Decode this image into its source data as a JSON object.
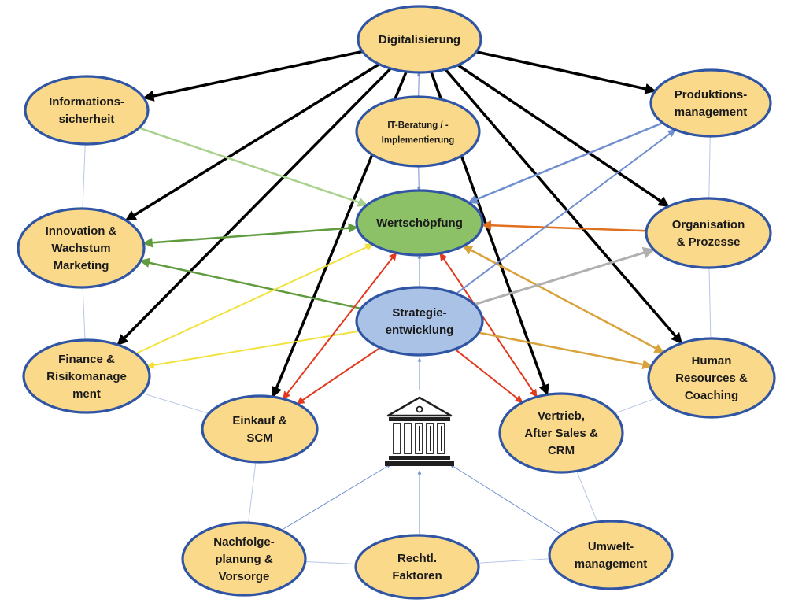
{
  "colors": {
    "node_fill": "#fbd98a",
    "node_stroke": "#2f55a4",
    "wertschoepfung_fill": "#8cc167",
    "strategie_fill": "#a9c2e5",
    "thin_link": "#b8c6e6",
    "black": "#000000",
    "blue": "#6f8fd0",
    "light_green": "#a9d18e",
    "dark_green": "#609b3e",
    "orange": "#e0701f",
    "gold": "#d9a23a",
    "yellow": "#f2e23d",
    "red": "#e2381e",
    "gray": "#b0b0b0",
    "building": "#1f1f1f"
  },
  "icons": {
    "center_icon": "bank-building-icon"
  },
  "nodes": {
    "digitalisierung": {
      "lines": [
        "Digitalisierung"
      ]
    },
    "it_beratung": {
      "lines": [
        "IT-Beratung / -",
        "Implementierung"
      ]
    },
    "wertschoepfung": {
      "lines": [
        "Wertschöpfung"
      ]
    },
    "strategie": {
      "lines": [
        "Strategie-",
        "entwicklung"
      ]
    },
    "informationssicherheit": {
      "lines": [
        "Informations-",
        "sicherheit"
      ]
    },
    "innovation": {
      "lines": [
        "Innovation &",
        "Wachstum",
        "Marketing"
      ]
    },
    "finance": {
      "lines": [
        "Finance &",
        "Risikomanage",
        "ment"
      ]
    },
    "einkauf": {
      "lines": [
        "Einkauf &",
        "SCM"
      ]
    },
    "nachfolge": {
      "lines": [
        "Nachfolge-",
        "planung &",
        "Vorsorge"
      ]
    },
    "rechtl": {
      "lines": [
        "Rechtl.",
        "Faktoren"
      ]
    },
    "umwelt": {
      "lines": [
        "Umwelt-",
        "management"
      ]
    },
    "vertrieb": {
      "lines": [
        "Vertrieb,",
        "After Sales &",
        "CRM"
      ]
    },
    "human": {
      "lines": [
        "Human",
        "Resources &",
        "Coaching"
      ]
    },
    "organisation": {
      "lines": [
        "Organisation",
        "& Prozesse"
      ]
    },
    "produktion": {
      "lines": [
        "Produktions-",
        "management"
      ]
    }
  }
}
